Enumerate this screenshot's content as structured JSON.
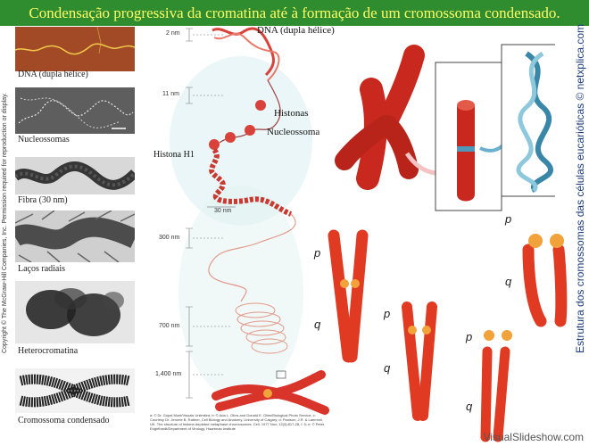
{
  "header": {
    "title": "Condensação progressiva da cromatina até à formação de um cromossoma condensado."
  },
  "left_panel": {
    "copyright": "Copyright © The McGraw-Hill Companies, Inc. Permission required for reproduction or display.",
    "micrographs": [
      {
        "label": "DNA (dupla hélice)"
      },
      {
        "label": "Nucleossomas"
      },
      {
        "label": "Fibra (30 nm)"
      },
      {
        "label": "Laços radiais"
      },
      {
        "label": "Heterocromatina"
      },
      {
        "label": "Cromossoma condensado"
      }
    ]
  },
  "diagram": {
    "scale_labels": [
      "2 nm",
      "11 nm",
      "30 nm",
      "300 nm",
      "700 nm",
      "1,400 nm"
    ],
    "labels": {
      "dna": "DNA (dupla hélice)",
      "histonas": "Histonas",
      "nucleossoma": "Nucleossoma",
      "histona_h1": "Histona H1",
      "fiber_width": "30 nm"
    },
    "credits": "a: © Dr. Gopal Murti/Visuals Unlimited; b: © Ada L. Olins and Donald E. Olins/Biological Photo Service; c: Courtesy Dr. Jerome B. Rattner, Cell Biology and Anatomy, University of Calgary; d: Paulson, J.R. & Laemmli, UK. The structure of histone-depleted metaphase chromosomes. Cell. 1977 Nov; 12(3):817-28, f. 5; e: © Peter Engelhardt/Department of Virology, Haartman Institute"
  },
  "right_panel": {
    "vertical_text": "Estrutura dos cromossomas das células eucarióticas © netxplica.com",
    "arm_labels": [
      "p",
      "q",
      "p",
      "q",
      "p",
      "q",
      "p",
      "q"
    ]
  },
  "footer": {
    "watermark": "VisualSlideshow.com"
  },
  "colors": {
    "banner_bg": "#2f8d2f",
    "banner_text": "#ffff66",
    "chromosome": "#e03a22",
    "centromere": "#f2a23a",
    "vertical_text": "#1e3d7a"
  }
}
